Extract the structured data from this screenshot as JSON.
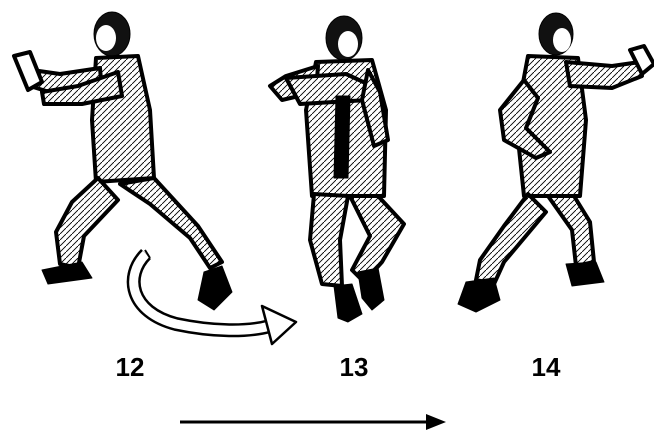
{
  "figures": [
    {
      "number": "12",
      "pose": "bow-stance-palms-forward"
    },
    {
      "number": "13",
      "pose": "standing-hands-at-chest"
    },
    {
      "number": "14",
      "pose": "stance-arm-extended"
    }
  ],
  "indicators": {
    "curved_arrow": "curved-step-arrow",
    "direction_arrow": "right-direction-arrow"
  },
  "colors": {
    "ink": "#000000",
    "background": "#ffffff"
  }
}
